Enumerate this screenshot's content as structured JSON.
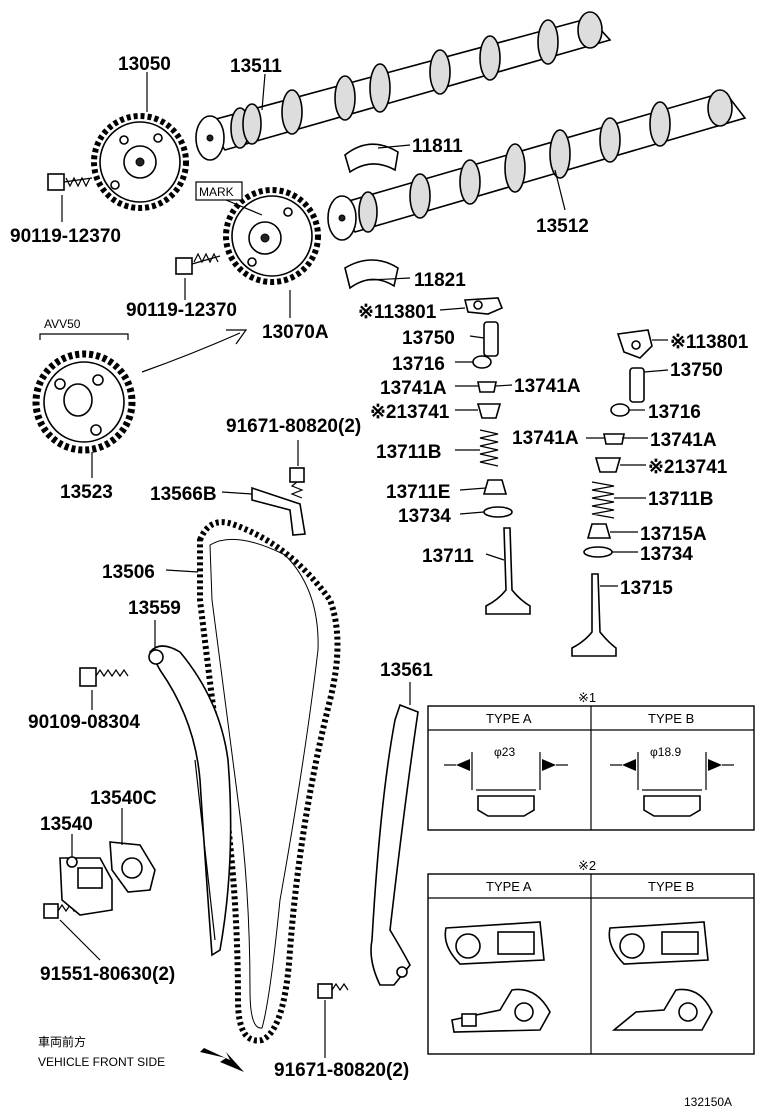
{
  "labels": {
    "p13050": "13050",
    "p13511": "13511",
    "p11811": "11811",
    "p13512": "13512",
    "p11821": "11821",
    "bolt1": "90119-12370",
    "bolt2": "90119-12370",
    "mark": "MARK",
    "p13070a": "13070A",
    "avv50": "AVV50",
    "p13523": "13523",
    "l13801a": "※113801",
    "l13750a": "13750",
    "l13716a": "13716",
    "l13741a_l": "13741A",
    "l13741a_r": "13741A",
    "l13741a2": "※213741",
    "l13711b_a": "13711B",
    "l13711e": "13711E",
    "l13734a": "13734",
    "l13711": "13711",
    "r13801": "※113801",
    "r13750": "13750",
    "r13716": "13716",
    "r13741a_l": "13741A",
    "r13741a_r": "13741A",
    "r13741": "※213741",
    "r13711b": "13711B",
    "r13715a": "13715A",
    "r13734": "13734",
    "r13715": "13715",
    "bolt3": "91671-80820(2)",
    "p13566b": "13566B",
    "p13506": "13506",
    "p13559": "13559",
    "bolt4": "90109-08304",
    "p13540c": "13540C",
    "p13540": "13540",
    "bolt5": "91551-80630(2)",
    "p13561": "13561",
    "bolt6": "91671-80820(2)",
    "front_jp": "車両前方",
    "front_en": "VEHICLE FRONT SIDE",
    "fig_no": "132150A"
  },
  "tables": {
    "t1_mark": "※1",
    "t1_type_a": "TYPE A",
    "t1_type_b": "TYPE B",
    "t1_dim_a": "φ23",
    "t1_dim_b": "φ18.9",
    "t2_mark": "※2",
    "t2_type_a": "TYPE A",
    "t2_type_b": "TYPE B"
  }
}
